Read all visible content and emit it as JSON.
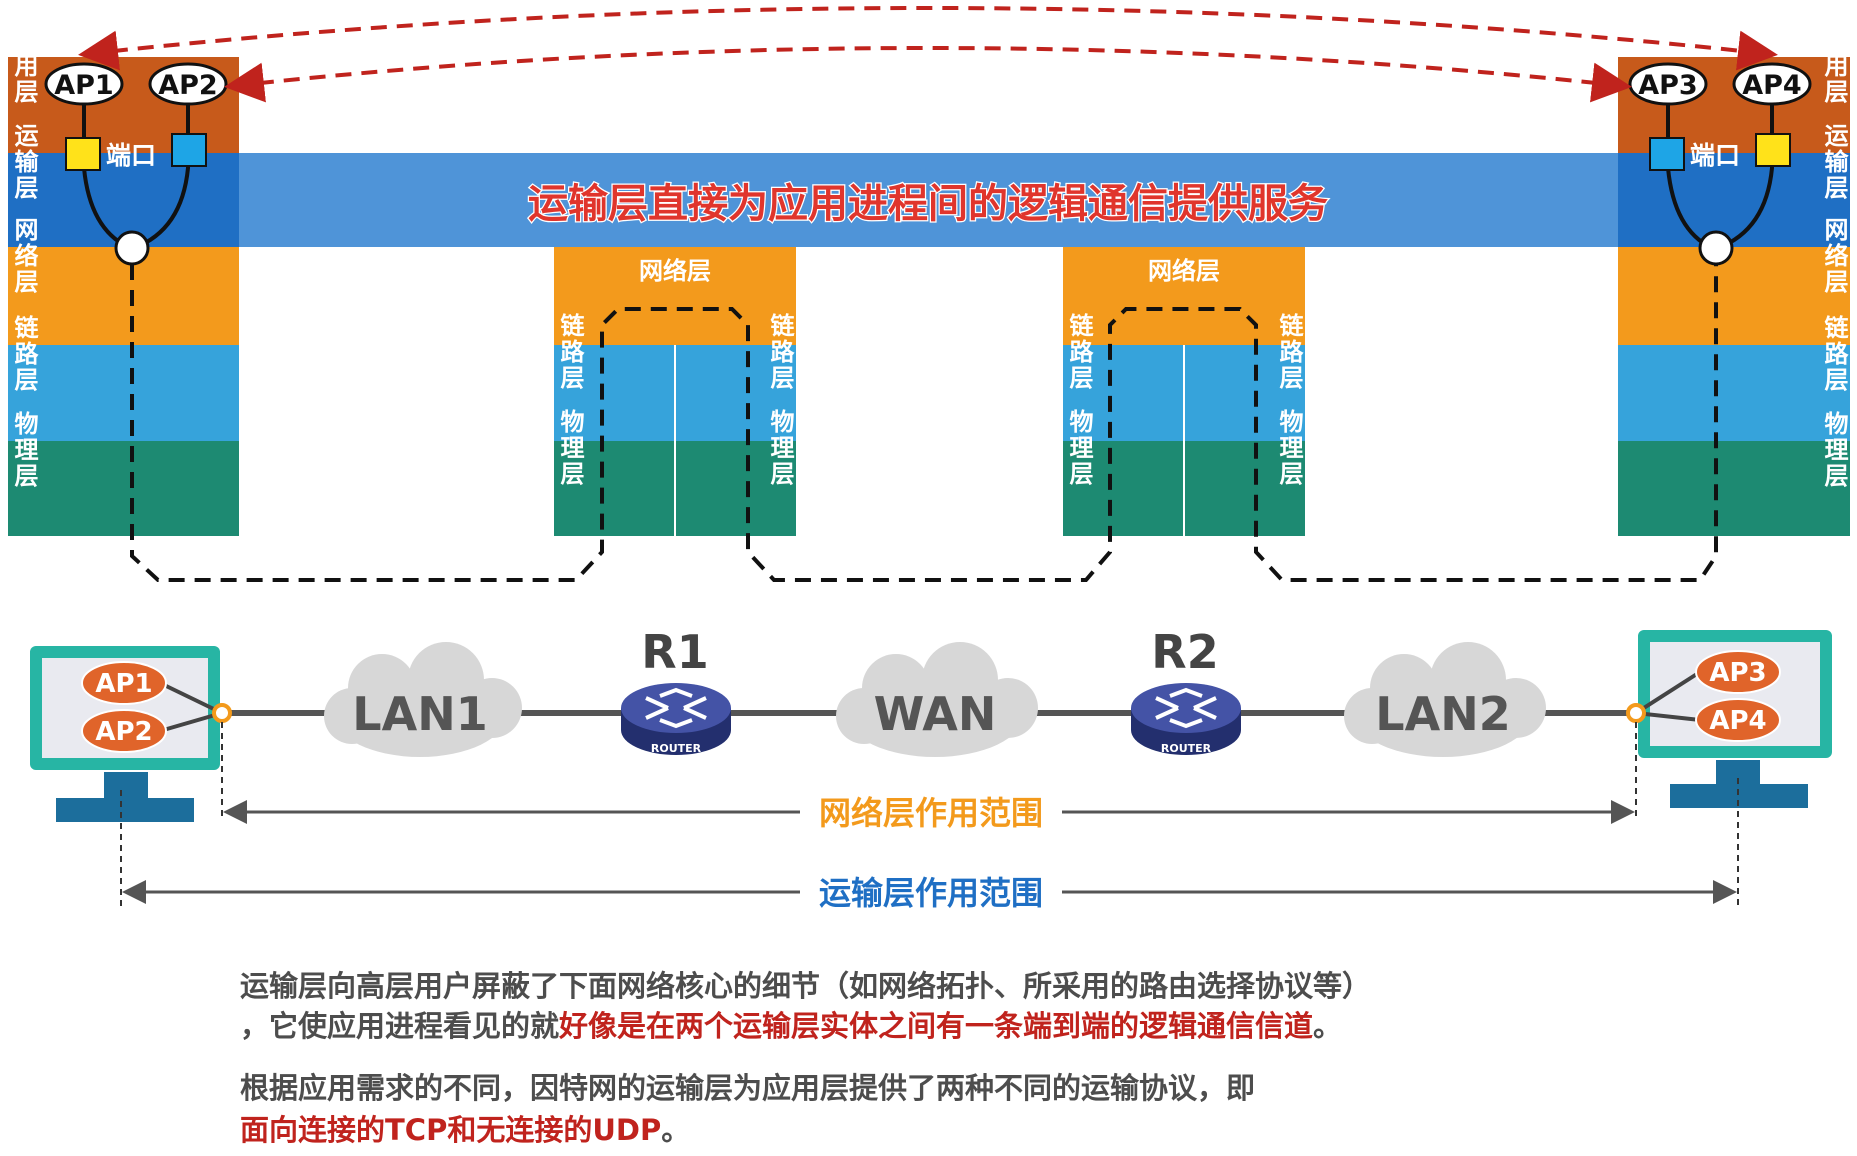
{
  "layers": {
    "application": "应用层",
    "transport": "运输层",
    "network": "网络层",
    "link": "链路层",
    "physical": "物理层"
  },
  "processes": {
    "ap1": "AP1",
    "ap2": "AP2",
    "ap3": "AP3",
    "ap4": "AP4"
  },
  "port_label": "端口",
  "transport_banner": "运输层直接为应用进程间的逻辑通信提供服务",
  "router_layers": {
    "network": "网络层",
    "link": "链路层",
    "physical": "物理层"
  },
  "topology": {
    "lan1": "LAN1",
    "r1": "R1",
    "wan": "WAN",
    "r2": "R2",
    "lan2": "LAN2",
    "router_caption": "ROUTER"
  },
  "scopes": {
    "network": "网络层作用范围",
    "transport": "运输层作用范围"
  },
  "notes": {
    "p1_a": "运输层向高层用户屏蔽了下面网络核心的细节（如网络拓扑、所采用的路由选择协议等）",
    "p1_b": "，它使应用进程看见的就",
    "p1_b_emph": "好像是在两个运输层实体之间有一条端到端的逻辑通信信道",
    "p1_b_end": "。",
    "p2_a": "根据应用需求的不同，因特网的运输层为应用层提供了两种不同的运输协议，即",
    "p2_b_emph": "面向连接的TCP和无连接的UDP",
    "p2_b_end": "。"
  },
  "colors": {
    "application": "#c75a1b",
    "transport": "#1f6fc4",
    "transport_band": "#4f94d8",
    "network": "#f39a1c",
    "link": "#36a3db",
    "physical": "#1d8a72",
    "emphasis_red": "#c0231d",
    "network_scope": "#f39a1c",
    "transport_scope": "#1f6fc4",
    "monitor": "#27b5a4",
    "ap_oval": "#e0642a"
  }
}
